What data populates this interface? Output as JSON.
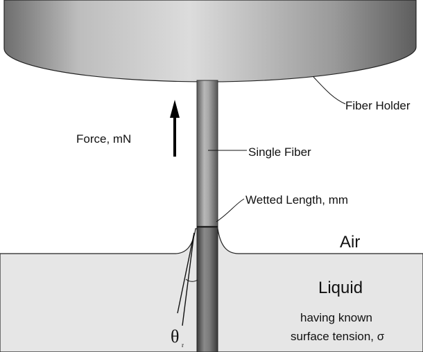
{
  "labels": {
    "fiber_holder": "Fiber Holder",
    "force": "Force, mN",
    "single_fiber": "Single Fiber",
    "wetted_length": "Wetted Length, mm",
    "air": "Air",
    "liquid": "Liquid",
    "liquid_note_line1": "having known",
    "liquid_note_line2": "surface tension, σ",
    "theta_symbol": "θ",
    "theta_subscript": "r"
  },
  "colors": {
    "liquid": "#e6e6e6",
    "fiber_dark": "#5a5a5a",
    "fiber_light": "#bdbdbd",
    "holder_dark": "#6e6e6e",
    "holder_light": "#d6d6d6",
    "outline": "#222222"
  }
}
